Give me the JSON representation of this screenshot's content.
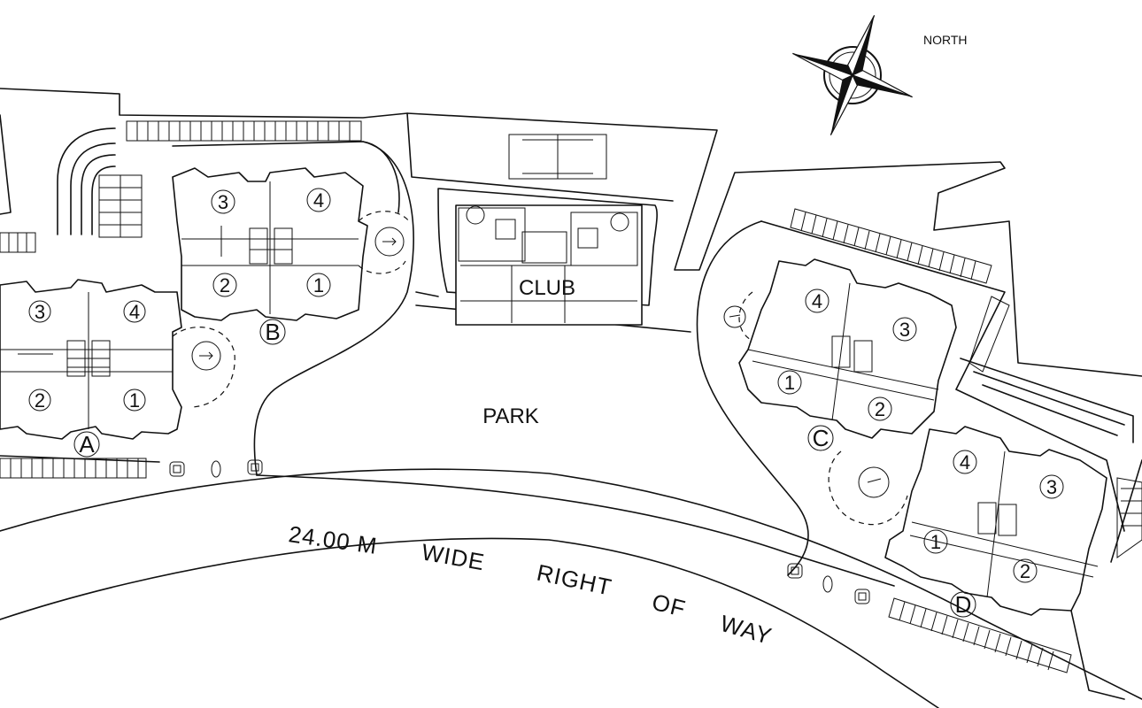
{
  "compass": {
    "north_label": "NORTH",
    "icon": "compass-rose-icon"
  },
  "labels": {
    "club": "CLUB",
    "park": "PARK"
  },
  "road": {
    "words": [
      "24.00 M",
      "WIDE",
      "RIGHT",
      "OF",
      "WAY"
    ]
  },
  "blocks": [
    {
      "id": "A",
      "label": "A",
      "units": [
        "3",
        "4",
        "2",
        "1"
      ]
    },
    {
      "id": "B",
      "label": "B",
      "units": [
        "3",
        "4",
        "2",
        "1"
      ]
    },
    {
      "id": "C",
      "label": "C",
      "units": [
        "4",
        "3",
        "1",
        "2"
      ]
    },
    {
      "id": "D",
      "label": "D",
      "units": [
        "4",
        "3",
        "1",
        "2"
      ]
    }
  ]
}
